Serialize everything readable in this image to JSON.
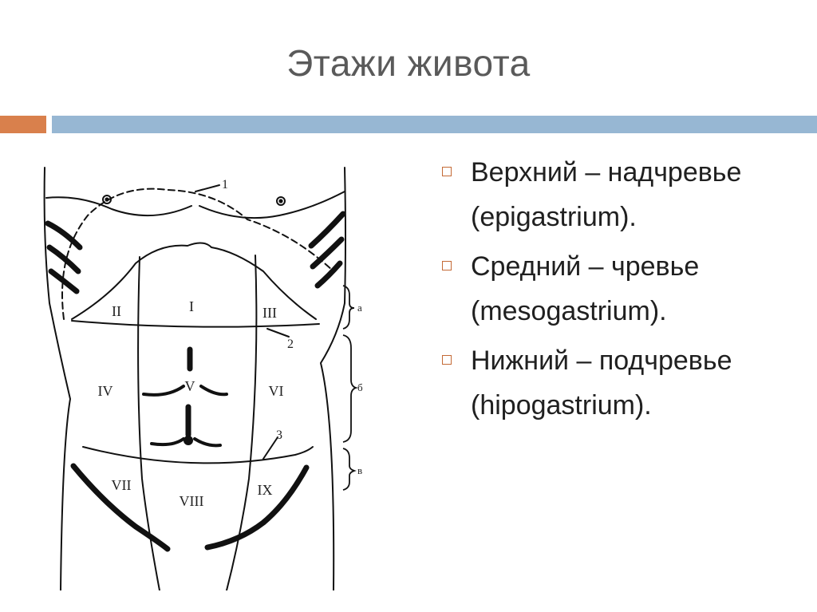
{
  "title": "Этажи живота",
  "bullets": [
    {
      "text": "Верхний – надчревье (epigastrium)."
    },
    {
      "text": "Средний – чревье (mesogastrium)."
    },
    {
      "text": "Нижний – подчревье (hipogastrium)."
    }
  ],
  "diagram": {
    "regions": [
      "I",
      "II",
      "III",
      "IV",
      "V",
      "VI",
      "VII",
      "VIII",
      "IX"
    ],
    "line_labels": [
      "1",
      "2",
      "3"
    ],
    "floor_labels": [
      "а",
      "б",
      "в"
    ]
  },
  "colors": {
    "accent_orange": "#d9804c",
    "accent_blue": "#97b7d3",
    "bullet_marker": "#c46a36",
    "title_text": "#5a5a5a"
  }
}
